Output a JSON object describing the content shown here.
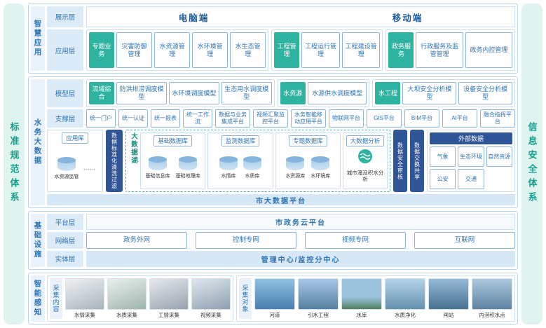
{
  "sides": {
    "left": "标准规范体系",
    "right": "信息安全体系"
  },
  "colors": {
    "teal": "#2eb3a1",
    "blue": "#2e74b5",
    "dark_blue": "#2f5597",
    "light_blue": "#dcebf8",
    "mint": "#dff3ef"
  },
  "smart_app": {
    "label": "智慧应用",
    "display": {
      "label": "展示层",
      "pc": "电脑端",
      "mobile": "移动端"
    },
    "app": {
      "label": "应用层",
      "groups": [
        {
          "head": "专题业务",
          "items": [
            "灾害防御管理",
            "水资源管理",
            "水环境管理",
            "水生态管理"
          ]
        },
        {
          "head": "工程管理",
          "items": [
            "工程运行管理",
            "工程建设管理"
          ]
        },
        {
          "head": "政务服务",
          "items": [
            "行政服务及监管管理",
            "政务内控管理"
          ]
        }
      ]
    }
  },
  "big_data": {
    "label": "水务大数据",
    "model": {
      "label": "模型层",
      "groups": [
        {
          "head": "流域综合",
          "items": [
            "防洪排涝调度模型",
            "水环境调度模型",
            "生态用水调度模型"
          ]
        },
        {
          "head": "水资源",
          "items": [
            "水源供水调度模型"
          ]
        },
        {
          "head": "水工程",
          "items": [
            "大坝安全分析模型",
            "设备安全分析模型"
          ]
        }
      ]
    },
    "support": {
      "label": "支撑层",
      "items": [
        "统一门户",
        "统一认证",
        "统一报表",
        "统一工作流",
        "数据与业务集成平台",
        "视频汇聚监控平台",
        "水务智能移动应用平台",
        "物联网平台",
        "GIS平台",
        "BIM平台",
        "AI平台",
        "融合指挥平台"
      ]
    },
    "data": {
      "app_db": {
        "title": "应用库",
        "cyl": "水资源监管",
        "more": "……"
      },
      "etl": "数据标准化清洗过滤",
      "lake": {
        "title": "大数据湖",
        "dbs": [
          {
            "title": "基础数据库",
            "cyls": [
              "基础信息库",
              "基础地理库"
            ]
          },
          {
            "title": "监测数据库",
            "cyls": [
              "水情库",
              "水质库"
            ]
          },
          {
            "title": "专题数据库",
            "cyls": [
              "水资源库",
              "水环境库"
            ]
          }
        ],
        "analysis": {
          "title": "大数据分析",
          "caption": "城市淹没积水分析"
        }
      },
      "audit": "数据安全审核",
      "exchange": "数据交换共享",
      "external": {
        "title": "外部数据",
        "items": [
          "气象",
          "生态环境",
          "自然资源",
          "公安",
          "交通"
        ]
      }
    },
    "bar": "市大数据平台"
  },
  "infra": {
    "label": "基础设施",
    "platform": {
      "label": "平台层",
      "value": "市政务云平台"
    },
    "network": {
      "label": "网络层",
      "items": [
        "政务外网",
        "控制专网",
        "视频专网",
        "互联网"
      ]
    },
    "entity": {
      "label": "实体层",
      "value": "管理中心/监控分中心"
    }
  },
  "perception": {
    "label": "智能感知",
    "content": {
      "label": "采集内容",
      "items": [
        "水情采集",
        "水质采集",
        "工情采集",
        "视频采集"
      ]
    },
    "objects": {
      "label": "采集对象",
      "items": [
        "河道",
        "引水工程",
        "水库",
        "水质净化",
        "闸站",
        "内涝积水点"
      ]
    }
  }
}
